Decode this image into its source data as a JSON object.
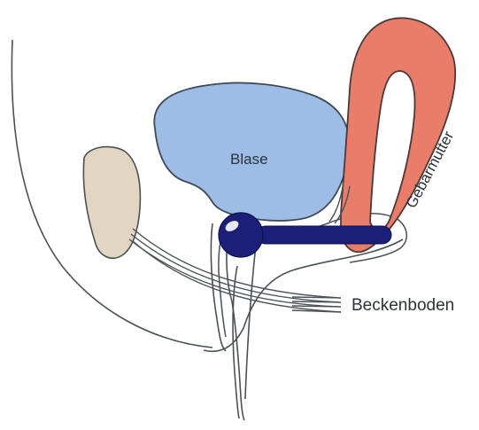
{
  "labels": {
    "bladder": "Blase",
    "uterus": "Gebärmutter",
    "pelvic_floor": "Beckenboden"
  },
  "colors": {
    "outline": "#4a5157",
    "bladder_fill": "#9dbde6",
    "bladder_stroke": "#3f4a55",
    "uterus_fill": "#ea7d6a",
    "uterus_stroke": "#4a3a36",
    "bone_fill": "#e2d6c2",
    "device_fill": "#1b1f78",
    "device_highlight": "#ffffff",
    "background": "#ffffff"
  }
}
